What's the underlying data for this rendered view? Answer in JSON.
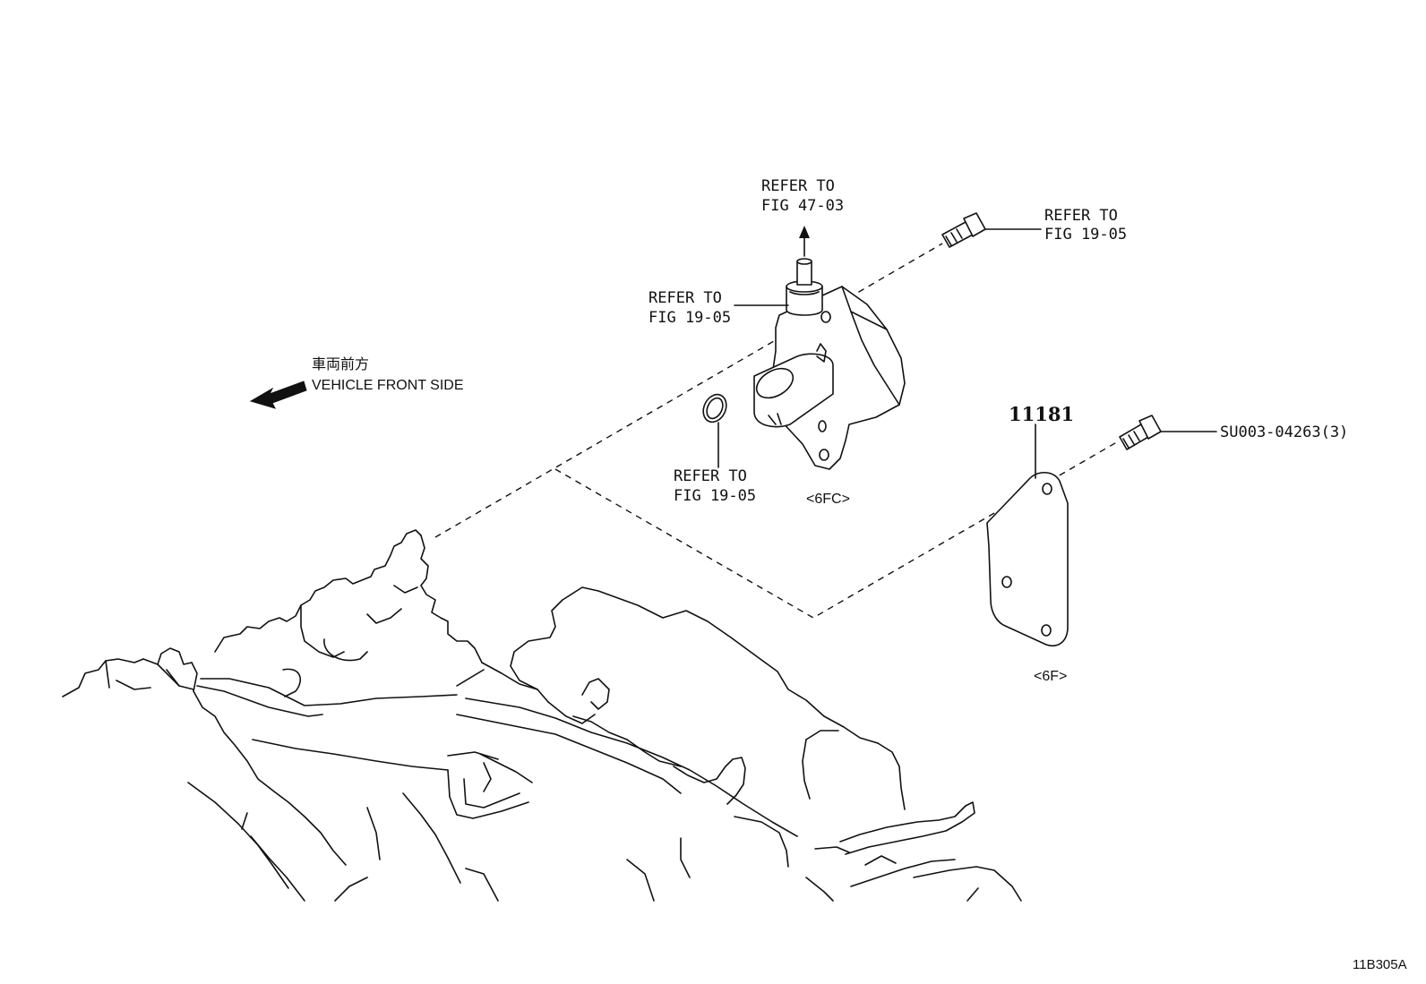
{
  "diagram": {
    "direction": {
      "jp_label": "車両前方",
      "en_label": "VEHICLE FRONT SIDE"
    },
    "callouts": {
      "hose_ref": {
        "line1": "REFER TO",
        "line2": "FIG 47-03"
      },
      "bolt_top_ref": {
        "line1": "REFER TO",
        "line2": "FIG 19-05"
      },
      "pump_ref": {
        "line1": "REFER TO",
        "line2": "FIG 19-05"
      },
      "oring_ref": {
        "line1": "REFER TO",
        "line2": "FIG 19-05"
      },
      "part_number": "11181",
      "bolt_number": "SU003-04263(3)",
      "pump_variant": "<6FC>",
      "cover_variant": "<6F>"
    },
    "drawing_code": "11B305A"
  }
}
